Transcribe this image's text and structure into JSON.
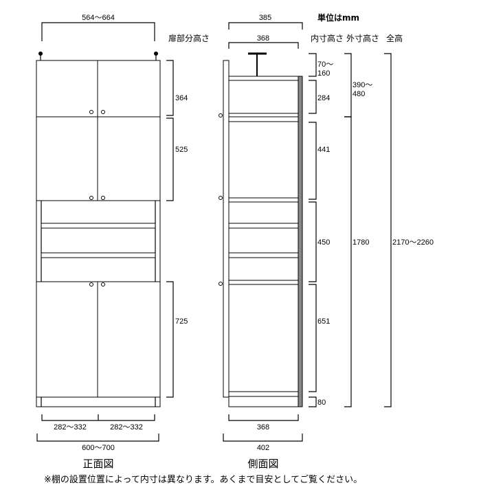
{
  "unit_label": "単位はmm",
  "front": {
    "caption": "正面図",
    "column_header": "扉部分高さ",
    "width_range": "564〜664",
    "door_heights": [
      "364",
      "525",
      "725"
    ],
    "door_widths": [
      "282〜332",
      "282〜332"
    ],
    "outer_width": "600〜700"
  },
  "side": {
    "caption": "側面図",
    "top_outer_depth": "385",
    "top_inner_depth": "368",
    "bottom_inner_depth": "368",
    "bottom_outer_depth": "402"
  },
  "headers": {
    "inner_height": "内寸高さ",
    "outer_height": "外寸高さ",
    "total_height": "全高"
  },
  "inner_heights": {
    "top_line1": "70〜",
    "top_line2": "160",
    "upper": "284",
    "second": "441",
    "middle": "450",
    "lower": "651",
    "base": "80"
  },
  "outer_heights": {
    "top_line1": "390〜",
    "top_line2": "480",
    "main": "1780"
  },
  "total_height": "2170〜2260",
  "footnote": "※棚の設置位置によって内寸は異なります。あくまで目安としてご覧ください。"
}
